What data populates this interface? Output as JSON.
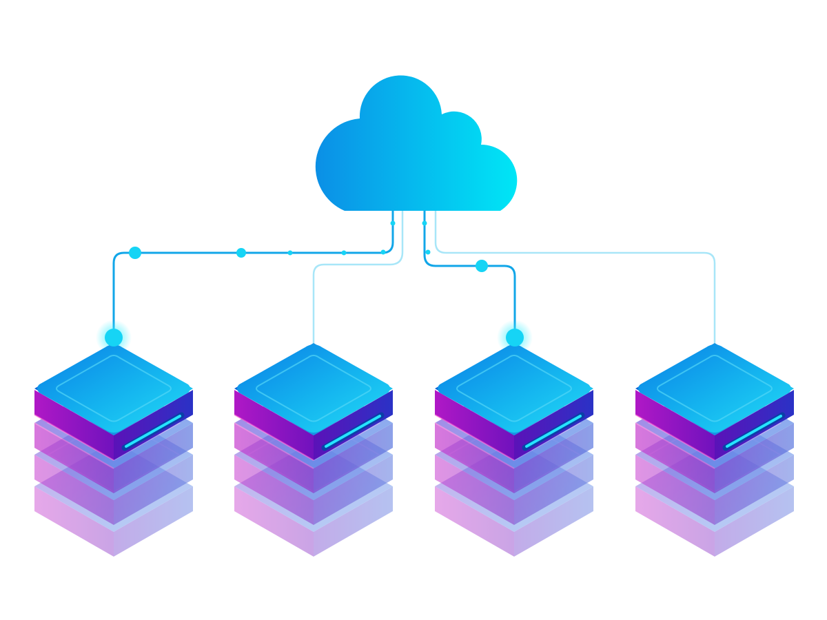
{
  "diagram": {
    "kind": "cloud-to-servers",
    "cloud": {
      "icon": "cloud-icon",
      "gradient": [
        "#0b8fe6",
        "#00e6f6"
      ]
    },
    "server_count": 4,
    "servers": [
      {
        "icon": "server-stack-icon",
        "layers": 4,
        "linked_highlight": true
      },
      {
        "icon": "server-stack-icon",
        "layers": 4,
        "linked_highlight": false
      },
      {
        "icon": "server-stack-icon",
        "layers": 4,
        "linked_highlight": true
      },
      {
        "icon": "server-stack-icon",
        "layers": 4,
        "linked_highlight": false
      }
    ],
    "colors": {
      "background": "#ffffff",
      "active_line": "#11a6e8",
      "faint_line": "#a8e6f8",
      "node_dot": "#16d4f5",
      "server_top_a": "#0b87e8",
      "server_top_b": "#1ed0f4",
      "server_side_left": "#9b15c8",
      "server_side_right": "#4d1fc0",
      "server_slot": "#1fe0ff"
    }
  }
}
